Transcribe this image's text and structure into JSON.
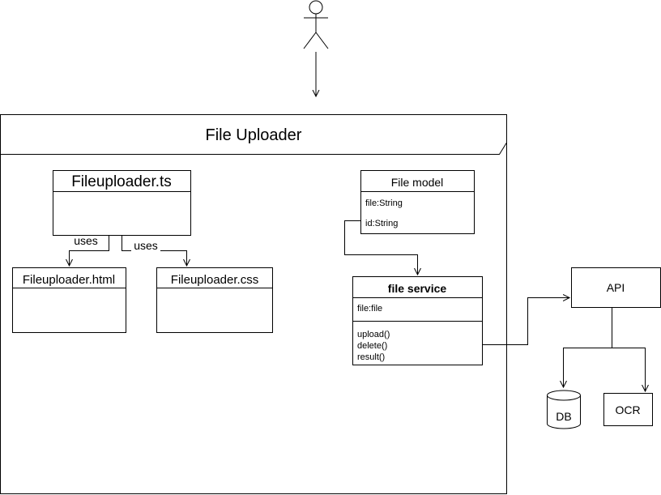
{
  "frame": {
    "title": "File Uploader"
  },
  "classes": {
    "fileuploader_ts": {
      "name": "Fileuploader.ts"
    },
    "fileuploader_html": {
      "name": "Fileuploader.html"
    },
    "fileuploader_css": {
      "name": "Fileuploader.css"
    },
    "file_model": {
      "name": "File model",
      "attributes": [
        "file:String",
        "id:String"
      ]
    },
    "file_service": {
      "name": "file service",
      "attributes": [
        "file:file"
      ],
      "methods": [
        "upload()",
        "delete()",
        "result()"
      ]
    }
  },
  "edges": {
    "uses_left": "uses",
    "uses_right": "uses"
  },
  "nodes": {
    "api": "API",
    "db": "DB",
    "ocr": "OCR"
  }
}
